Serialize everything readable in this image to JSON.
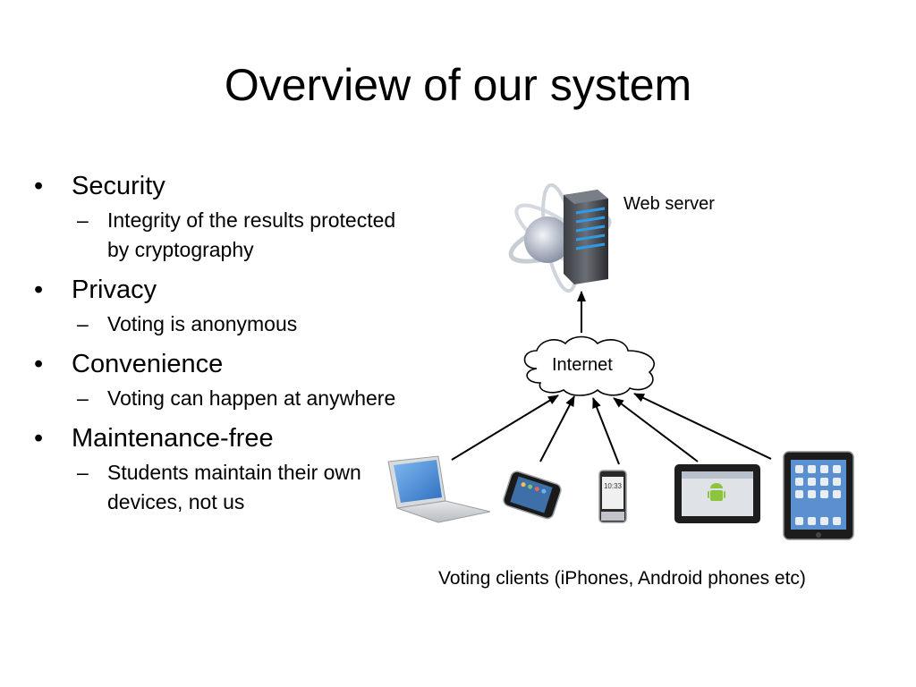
{
  "slide": {
    "title": "Overview of our system",
    "bullets": [
      {
        "text": "Security",
        "sub": "Integrity of the results protected by cryptography"
      },
      {
        "text": "Privacy",
        "sub": "Voting is anonymous"
      },
      {
        "text": "Convenience",
        "sub": "Voting can happen at anywhere"
      },
      {
        "text": "Maintenance-free",
        "sub": "Students maintain their own devices, not us"
      }
    ],
    "bullet_glyph": "•",
    "sub_glyph": "–"
  },
  "diagram": {
    "server_label": "Web server",
    "cloud_label": "Internet",
    "clients_label": "Voting clients (iPhones, Android phones etc)",
    "phone_clock": "10:33",
    "colors": {
      "server_lights": "#2f9be8",
      "android_green": "#8cc43f",
      "ipad_screen": "#5a8fd0"
    }
  }
}
